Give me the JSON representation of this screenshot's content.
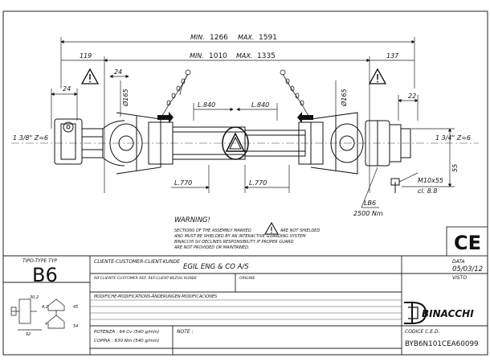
{
  "dimensions": {
    "min_label": "MIN.",
    "max_label": "MAX.",
    "overall_min": "1266",
    "overall_max": "1591",
    "tube_min": "1010",
    "tube_max": "1335",
    "left_offset": "119",
    "right_offset": "137",
    "left_shield_24": "24",
    "left_shield_24b": "24",
    "right_22": "22",
    "left_diam": "Ø165",
    "right_diam": "Ø165",
    "l_840_a": "L.840",
    "l_840_b": "L.840",
    "l_770_a": "L.770",
    "l_770_b": "L.770",
    "left_shaft": "1 3/8\" Z=6",
    "right_shaft": "1 3/4\" Z=6",
    "right_55": "55",
    "bolt": "M10x55",
    "bolt_class": "cl. 8.8",
    "limiter": "LB6",
    "limiter_torque": "2500 Nm"
  },
  "warning": {
    "title": "WARNING!",
    "line1a": "SECTIONS OF THE ASSEMBLY MARKED",
    "line1b": "ARE NOT SHIELDED",
    "line2": "AND MUST BE SHIELDED BY AN INTERACTIVE GUARDING SYSTEM",
    "line3": "BINACCHI SrI DECLINES RESPONSIBILITY IF PROPER GUARD",
    "line4": "ARE NOT PROVIDED OR MAINTAINED."
  },
  "title_block": {
    "tipo_label": "TIPO-TYPE TYP",
    "tipo_value": "B6",
    "client_label": "CLIENTE-CUSTOMER-CLIENT-KUNDE",
    "client_value": "EGIL ENG & CO A/S",
    "ref_label": "RIF.CLIENTE-CUSTOMER REF.-REF.CLIENT-BEZUG KUNDE",
    "origin_label": "ORIGINE",
    "mod_label": "MODIFICHE-MODIFICATIONS-ÄNDERUNGEN-MODIFICACIONES",
    "data_label": "DATA",
    "data_value": "05/03/12",
    "visto_label": "VISTO",
    "ce": "CE",
    "brand": "BINACCHI",
    "potenza": "POTENZA : 64 Cv (540 g/min)",
    "coppia": "COPPIA : 830 Nm (540 g/min)",
    "note_label": "NOTE :",
    "code_label": "CODICE C.E.D.",
    "code_value": "BYB6N101CEA60099",
    "dim_30": "30,2",
    "dim_42": "4,2",
    "dim_45": "45",
    "dim_4": "4",
    "dim_54": "54",
    "dim_92": "92"
  }
}
